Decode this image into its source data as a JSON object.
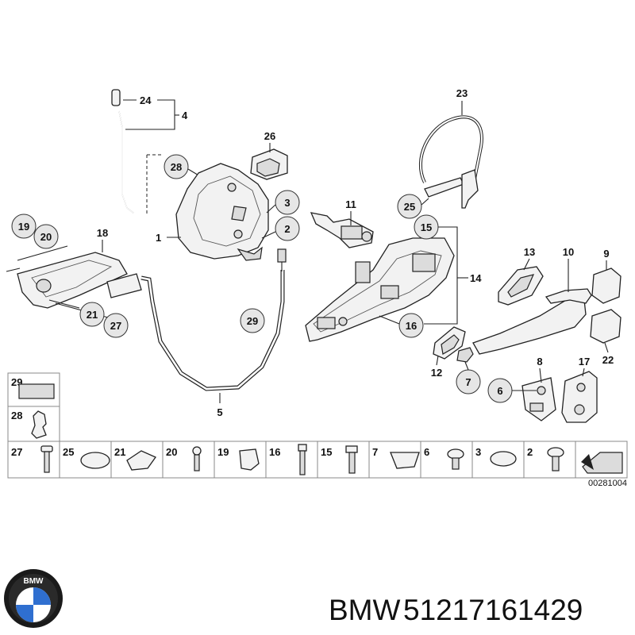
{
  "diagram": {
    "callouts": [
      "1",
      "2",
      "3",
      "4",
      "5",
      "6",
      "7",
      "8",
      "9",
      "10",
      "11",
      "12",
      "13",
      "14",
      "15",
      "16",
      "17",
      "18",
      "19",
      "20",
      "21",
      "22",
      "23",
      "24",
      "25",
      "26",
      "27",
      "28",
      "29"
    ],
    "legend_top": [
      "29",
      "28"
    ],
    "legend_row": [
      "27",
      "25",
      "21",
      "20",
      "19",
      "16",
      "15",
      "7",
      "6",
      "3",
      "2"
    ],
    "reference_code": "00281004"
  },
  "footer": {
    "brand": "BMW",
    "part_number": "51217161429",
    "logo_icon": "bmw-roundel-logo",
    "logo_letters": "BMW"
  }
}
